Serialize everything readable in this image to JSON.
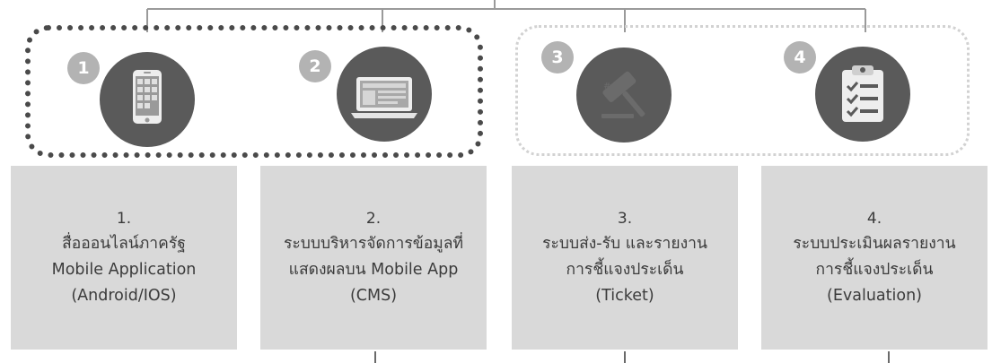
{
  "groups": [
    {
      "style": "dark-dotted"
    },
    {
      "style": "light-dotted"
    }
  ],
  "steps": [
    {
      "badge": "1",
      "icon": "smartphone-icon",
      "number": "1.",
      "lines": [
        "สื่อออนไลน์ภาครัฐ",
        "Mobile Application",
        "(Android/IOS)"
      ]
    },
    {
      "badge": "2",
      "icon": "laptop-icon",
      "number": "2.",
      "lines": [
        "ระบบบริหารจัดการข้อมูลที่",
        "แสดงผลบน Mobile App",
        "(CMS)"
      ]
    },
    {
      "badge": "3",
      "icon": "gavel-icon",
      "number": "3.",
      "lines": [
        "ระบบส่ง-รับ และรายงาน",
        "การชี้แจงประเด็น",
        "(Ticket)"
      ]
    },
    {
      "badge": "4",
      "icon": "clipboard-checklist-icon",
      "number": "4.",
      "lines": [
        "ระบบประเมินผลรายงาน",
        "การชี้แจงประเด็น",
        "(Evaluation)"
      ]
    }
  ],
  "colors": {
    "icon_circle": "#5a5a5a",
    "badge": "#b3b3b3",
    "card": "#d9d9d9",
    "connector": "#9a9a9a",
    "dark_dotted_border": "#4a4a4a",
    "light_dotted_border": "#d2d2d2"
  }
}
